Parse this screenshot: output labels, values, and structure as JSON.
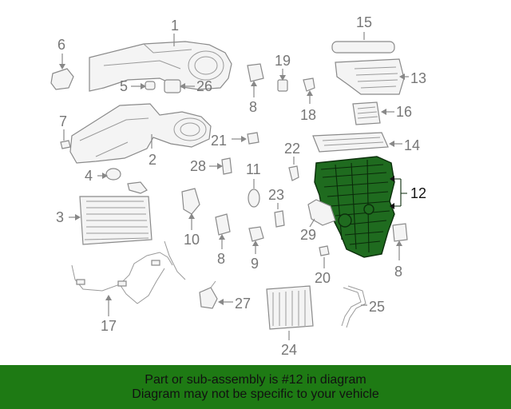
{
  "diagram": {
    "part_labels": {
      "p1": "1",
      "p2": "2",
      "p3": "3",
      "p4": "4",
      "p5": "5",
      "p6": "6",
      "p7": "7",
      "p8a": "8",
      "p8b": "8",
      "p8c": "8",
      "p9": "9",
      "p10": "10",
      "p11": "11",
      "p12": "12",
      "p13": "13",
      "p14": "14",
      "p15": "15",
      "p16": "16",
      "p17": "17",
      "p18": "18",
      "p19": "19",
      "p20": "20",
      "p21": "21",
      "p22": "22",
      "p23": "23",
      "p24": "24",
      "p25": "25",
      "p26": "26",
      "p27": "27",
      "p28": "28",
      "p29": "29"
    },
    "highlight_color": "#1f6b1f",
    "label_color": "#777777"
  },
  "banner": {
    "line1": "Part or sub-assembly is #12 in diagram",
    "line2": "Diagram may not be specific to your vehicle",
    "background": "#1e7a14"
  }
}
